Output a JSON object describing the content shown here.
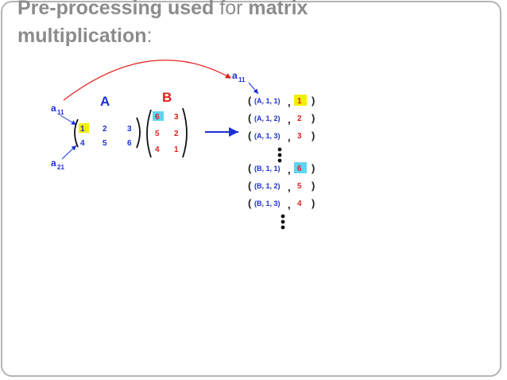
{
  "title": {
    "part1": "Pre-processing used",
    "part2": " for ",
    "part3": "matrix",
    "part4": "multiplication",
    "part5": ":"
  },
  "labels": {
    "a11_base": "a",
    "a11_sub": "11",
    "a21_base": "a",
    "a21_sub": "21",
    "matrix_a": "A",
    "matrix_b": "B",
    "top_a11_base": "a",
    "top_a11_sub": "11"
  },
  "matrix_a": [
    [
      "1",
      "2",
      "3"
    ],
    [
      "4",
      "5",
      "6"
    ]
  ],
  "matrix_b": [
    [
      "6",
      "3"
    ],
    [
      "5",
      "2"
    ],
    [
      "4",
      "1"
    ]
  ],
  "pairs_a": [
    {
      "key": "(A, 1, 1)",
      "val": "1"
    },
    {
      "key": "(A, 1, 2)",
      "val": "2"
    },
    {
      "key": "(A, 1, 3)",
      "val": "3"
    }
  ],
  "pairs_b": [
    {
      "key": "(B, 1, 1)",
      "val": "6"
    },
    {
      "key": "(B, 1, 2)",
      "val": "5"
    },
    {
      "key": "(B, 1, 3)",
      "val": "4"
    }
  ],
  "colors": {
    "title": "#8c8c8c",
    "blue": "#1c2fd8",
    "red": "#e0201c",
    "highlight_yellow": "#f4f000",
    "highlight_cyan": "#5ed4f2"
  }
}
